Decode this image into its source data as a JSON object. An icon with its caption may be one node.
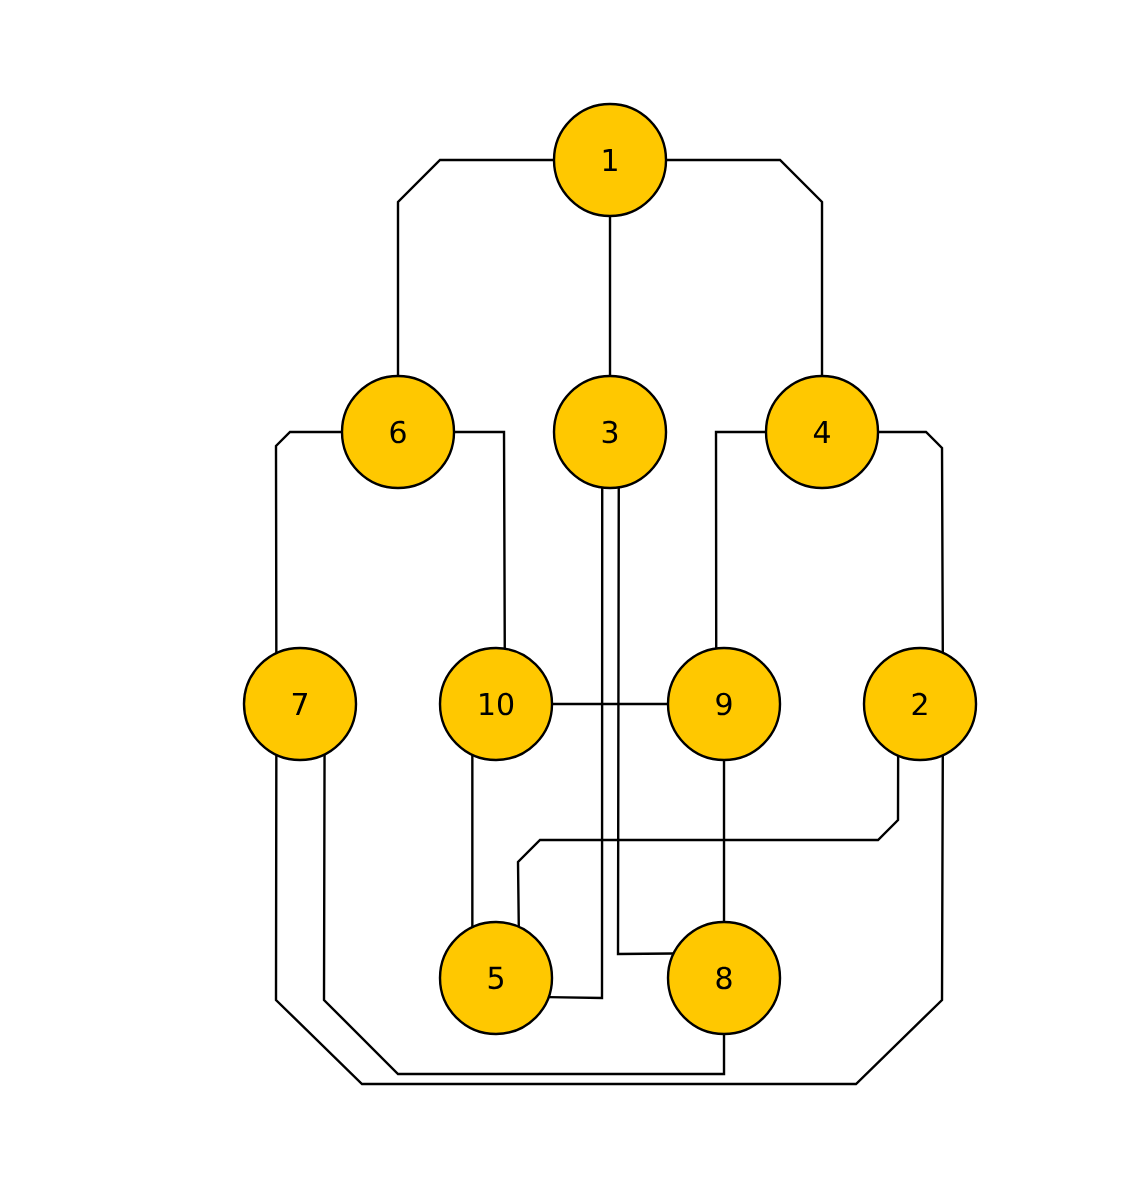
{
  "diagram": {
    "nodes": [
      {
        "text": [
          "1"
        ]
      },
      {
        "text": [
          "6"
        ]
      },
      {
        "text": [
          "3"
        ]
      },
      {
        "text": [
          "4"
        ]
      },
      {
        "text": [
          "7"
        ]
      },
      {
        "text": [
          "10"
        ]
      },
      {
        "text": [
          "9"
        ]
      },
      {
        "text": [
          "2"
        ]
      },
      {
        "text": [
          "5"
        ]
      },
      {
        "text": [
          "8"
        ]
      }
    ],
    "edges": [
      {
        "from": 0,
        "to": 1,
        "arrow": "none"
      },
      {
        "from": 0,
        "to": 2,
        "arrow": "none"
      },
      {
        "from": 0,
        "to": 3,
        "arrow": "none"
      },
      {
        "from": 1,
        "to": 4,
        "arrow": "none"
      },
      {
        "from": 1,
        "to": 5,
        "arrow": "none"
      },
      {
        "from": 2,
        "to": 8,
        "arrow": "none"
      },
      {
        "from": 2,
        "to": 9,
        "arrow": "none"
      },
      {
        "from": 3,
        "to": 6,
        "arrow": "none"
      },
      {
        "from": 3,
        "to": 7,
        "arrow": "none"
      },
      {
        "from": 5,
        "to": 6,
        "arrow": "none"
      },
      {
        "from": 5,
        "to": 8,
        "arrow": "none"
      },
      {
        "from": 6,
        "to": 9,
        "arrow": "none"
      },
      {
        "from": 7,
        "to": 8,
        "arrow": "none"
      },
      {
        "from": 4,
        "to": 9,
        "arrow": "none"
      },
      {
        "from": 4,
        "to": 7,
        "arrow": "none"
      }
    ]
  }
}
